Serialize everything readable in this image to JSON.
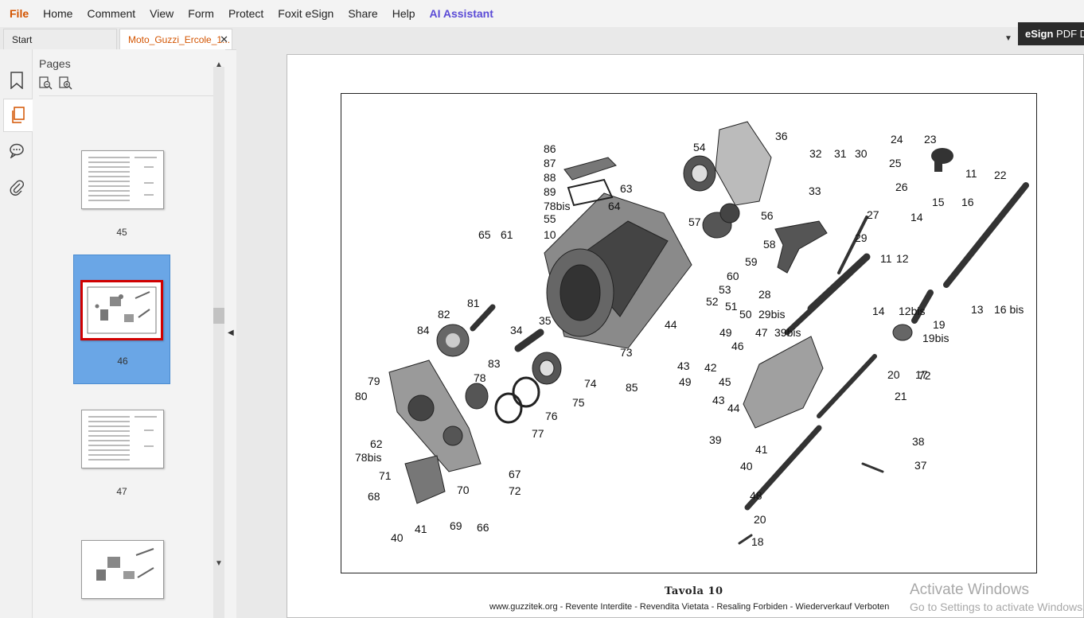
{
  "menu": {
    "items": [
      "File",
      "Home",
      "Comment",
      "View",
      "Form",
      "Protect",
      "Foxit eSign",
      "Share",
      "Help",
      "AI Assistant"
    ]
  },
  "tabs": {
    "start": "Start",
    "active": "Moto_Guzzi_Ercole_1...",
    "close": "✕",
    "esign_brand": "eSign",
    "esign_rest": "PDF D"
  },
  "panel": {
    "title": "Pages",
    "thumbnails": [
      {
        "label": "45"
      },
      {
        "label": "46"
      },
      {
        "label": "47"
      },
      {
        "label": ""
      }
    ]
  },
  "document": {
    "caption": "Tavola 10",
    "footer": "www.guzzitek.org - Revente Interdite - Revendita Vietata - Resaling Forbiden - Wiederverkauf Verboten",
    "part_labels": [
      "86",
      "87",
      "88",
      "89",
      "78bis",
      "55",
      "63",
      "64",
      "65",
      "61",
      "10",
      "54",
      "36",
      "57",
      "56",
      "58",
      "59",
      "60",
      "32",
      "31",
      "30",
      "33",
      "24",
      "23",
      "25",
      "11",
      "22",
      "26",
      "27",
      "29",
      "15",
      "16",
      "14",
      "28",
      "12",
      "11",
      "14",
      "12bis",
      "19",
      "13",
      "16 bis",
      "53",
      "52",
      "51",
      "50",
      "29bis",
      "49",
      "47",
      "39bis",
      "19bis",
      "44",
      "81",
      "82",
      "35",
      "84",
      "34",
      "83",
      "73",
      "85",
      "74",
      "78",
      "75",
      "76",
      "77",
      "43",
      "46",
      "42",
      "49",
      "45",
      "43",
      "44",
      "20",
      "17",
      "72",
      "21",
      "79",
      "80",
      "62",
      "78bis",
      "67",
      "39",
      "41",
      "40",
      "48",
      "38",
      "37",
      "71",
      "68",
      "70",
      "72",
      "69",
      "41",
      "66",
      "40",
      "20",
      "18"
    ]
  },
  "watermark": {
    "line1": "Activate Windows",
    "line2": "Go to Settings to activate Windows."
  }
}
